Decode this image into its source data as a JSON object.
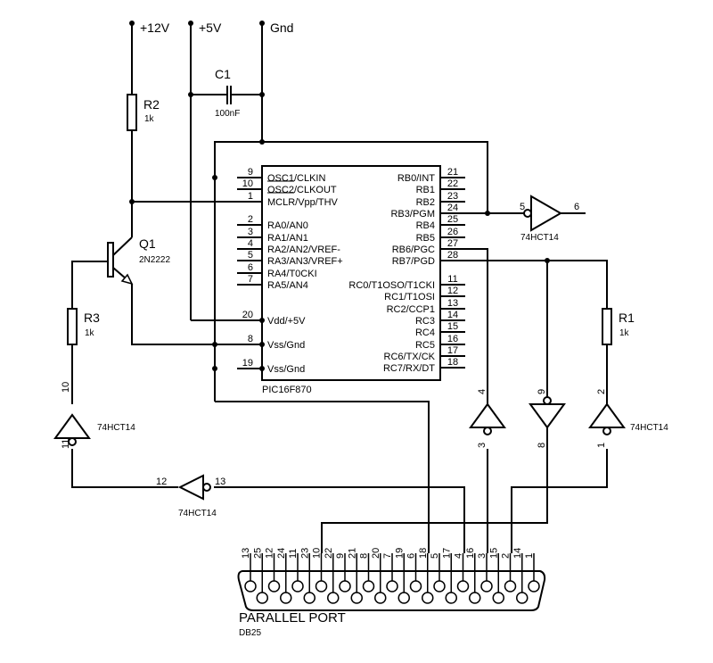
{
  "power": {
    "v12": "+12V",
    "v5": "+5V",
    "gnd": "Gnd"
  },
  "components": {
    "c1": {
      "name": "C1",
      "value": "100nF"
    },
    "r1": {
      "name": "R1",
      "value": "1k"
    },
    "r2": {
      "name": "R2",
      "value": "1k"
    },
    "r3": {
      "name": "R3",
      "value": "1k"
    },
    "q1": {
      "name": "Q1",
      "value": "2N2222"
    },
    "ic": {
      "name": "PIC16F870"
    },
    "inverter_part": "74HCT14"
  },
  "pic_left_pins": [
    {
      "num": "9",
      "name": "OSC1/CLKIN"
    },
    {
      "num": "10",
      "name": "OSC2/CLKOUT"
    },
    {
      "num": "1",
      "name": "MCLR/Vpp/THV"
    },
    {
      "num": "2",
      "name": "RA0/AN0"
    },
    {
      "num": "3",
      "name": "RA1/AN1"
    },
    {
      "num": "4",
      "name": "RA2/AN2/VREF-"
    },
    {
      "num": "5",
      "name": "RA3/AN3/VREF+"
    },
    {
      "num": "6",
      "name": "RA4/T0CKI"
    },
    {
      "num": "7",
      "name": "RA5/AN4"
    },
    {
      "num": "20",
      "name": "Vdd/+5V"
    },
    {
      "num": "8",
      "name": "Vss/Gnd"
    },
    {
      "num": "19",
      "name": "Vss/Gnd"
    }
  ],
  "pic_right_pins": [
    {
      "num": "21",
      "name": "RB0/INT"
    },
    {
      "num": "22",
      "name": "RB1"
    },
    {
      "num": "23",
      "name": "RB2"
    },
    {
      "num": "24",
      "name": "RB3/PGM"
    },
    {
      "num": "25",
      "name": "RB4"
    },
    {
      "num": "26",
      "name": "RB5"
    },
    {
      "num": "27",
      "name": "RB6/PGC"
    },
    {
      "num": "28",
      "name": "RB7/PGD"
    },
    {
      "num": "11",
      "name": "RC0/T1OSO/T1CKI"
    },
    {
      "num": "12",
      "name": "RC1/T1OSI"
    },
    {
      "num": "13",
      "name": "RC2/CCP1"
    },
    {
      "num": "14",
      "name": "RC3"
    },
    {
      "num": "15",
      "name": "RC4"
    },
    {
      "num": "16",
      "name": "RC5"
    },
    {
      "num": "17",
      "name": "RC6/TX/CK"
    },
    {
      "num": "18",
      "name": "RC7/RX/DT"
    }
  ],
  "inverters": [
    {
      "id": "u5",
      "in": "5",
      "out": "6"
    },
    {
      "id": "u10",
      "in": "10",
      "out": "11"
    },
    {
      "id": "u12",
      "in": "13",
      "out": "12"
    },
    {
      "id": "u4",
      "in": "3",
      "out": "4"
    },
    {
      "id": "u9",
      "in": "9",
      "out": "8"
    },
    {
      "id": "u1",
      "in": "1",
      "out": "2"
    }
  ],
  "connector": {
    "title": "PARALLEL PORT",
    "type": "DB25",
    "pin_labels": [
      "13",
      "25",
      "12",
      "24",
      "11",
      "23",
      "10",
      "22",
      "9",
      "21",
      "8",
      "20",
      "7",
      "19",
      "6",
      "18",
      "5",
      "17",
      "4",
      "16",
      "3",
      "15",
      "2",
      "14",
      "1"
    ]
  }
}
